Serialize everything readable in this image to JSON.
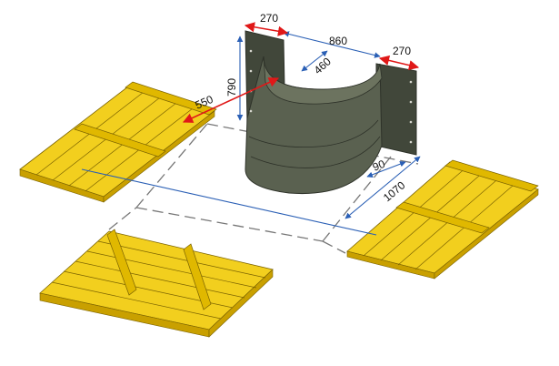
{
  "colors": {
    "background": "#ffffff",
    "pallet_top": "#f2cf1e",
    "pallet_side": "#c9a000",
    "pallet_edge": "#7a6200",
    "pallet_shadow": "#e0b800",
    "shell_main": "#5a6150",
    "shell_dark": "#41473a",
    "shell_light": "#6c735f",
    "shell_edge": "#2e3229",
    "dim_red": "#e01818",
    "dim_blue": "#2a5fb5",
    "dashed_line": "#777777"
  },
  "icons": {
    "pallet": "pallet-icon",
    "shell": "curved-shell-icon"
  },
  "dimensions": {
    "d270_left": "270",
    "d860": "860",
    "d270_right": "270",
    "d790": "790",
    "d460": "460",
    "d550": "550",
    "d90": "90",
    "d1070": "1070"
  }
}
